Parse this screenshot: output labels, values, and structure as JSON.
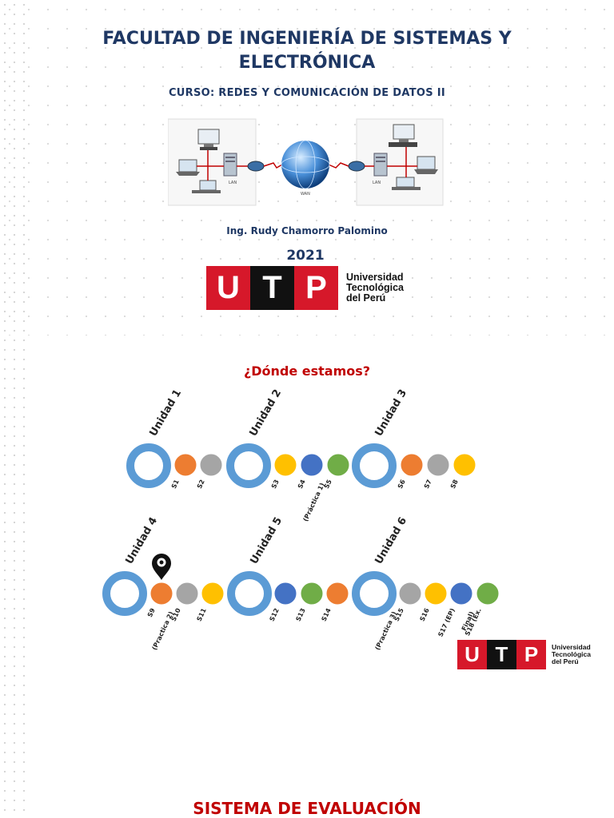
{
  "header": {
    "title_line1": "FACULTAD DE INGENIERÍA DE SISTEMAS Y",
    "title_line2": "ELECTRÓNICA",
    "course": "CURSO: REDES Y COMUNICACIÓN DE DATOS II"
  },
  "network_diagram": {
    "lan_left_label": "LAN",
    "wan_label": "WAN",
    "lan_right_label": "LAN"
  },
  "author": "Ing. Rudy Chamorro Palomino",
  "year": "2021",
  "logo": {
    "letters": [
      "U",
      "T",
      "P"
    ],
    "name_lines": [
      "Universidad",
      "Tecnológica",
      "del Perú"
    ]
  },
  "roadmap": {
    "title": "¿Dónde estamos?",
    "units": [
      "Unidad 1",
      "Unidad 2",
      "Unidad 3",
      "Unidad 4",
      "Unidad 5",
      "Unidad 6"
    ],
    "sessions": [
      {
        "label": "S1",
        "color": "#ed7d31"
      },
      {
        "label": "S2",
        "color": "#a5a5a5"
      },
      {
        "label": "S3",
        "color": "#ffc000"
      },
      {
        "label": "S4",
        "color": "#4472c4"
      },
      {
        "label": "S5",
        "sub": "(Práctica 1)",
        "color": "#70ad47"
      },
      {
        "label": "S6",
        "color": "#ed7d31"
      },
      {
        "label": "S7",
        "color": "#a5a5a5"
      },
      {
        "label": "S8",
        "color": "#ffc000"
      },
      {
        "label": "S9",
        "color": "#ed7d31"
      },
      {
        "label": "S10",
        "sub": "(Practica 2)",
        "color": "#a5a5a5"
      },
      {
        "label": "S11",
        "color": "#ffc000"
      },
      {
        "label": "S12",
        "color": "#4472c4"
      },
      {
        "label": "S13",
        "color": "#70ad47"
      },
      {
        "label": "S14",
        "color": "#ed7d31"
      },
      {
        "label": "S15",
        "sub": "(Practica 3)",
        "color": "#a5a5a5"
      },
      {
        "label": "S16",
        "color": "#ffc000"
      },
      {
        "label": "S17 (EP)",
        "color": "#4472c4"
      },
      {
        "label": "S18 (Ex.",
        "sub": "Final)",
        "color": "#70ad47"
      }
    ],
    "current_session": "S9",
    "colors": {
      "unit_ring": "#5b9bd5",
      "marker": "#111111"
    }
  },
  "footer": {
    "title": "SISTEMA DE EVALUACIÓN"
  }
}
